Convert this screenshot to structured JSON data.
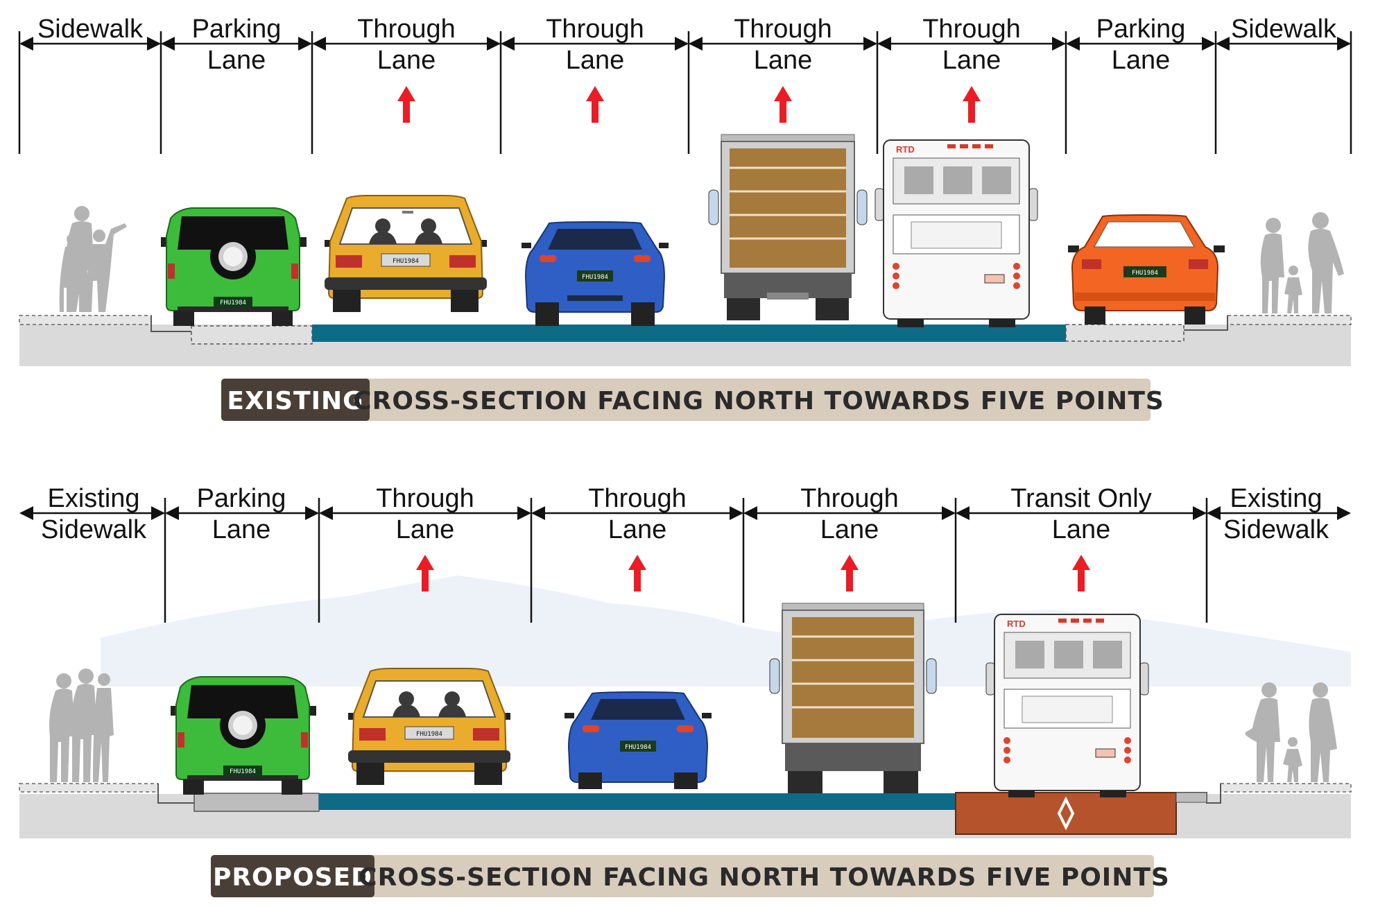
{
  "existing": {
    "lanes": [
      {
        "line1": "Sidewalk",
        "line2": ""
      },
      {
        "line1": "Parking",
        "line2": "Lane"
      },
      {
        "line1": "Through",
        "line2": "Lane"
      },
      {
        "line1": "Through",
        "line2": "Lane"
      },
      {
        "line1": "Through",
        "line2": "Lane"
      },
      {
        "line1": "Through",
        "line2": "Lane"
      },
      {
        "line1": "Parking",
        "line2": "Lane"
      },
      {
        "line1": "Sidewalk",
        "line2": ""
      }
    ],
    "caption_tag": "EXISTING",
    "caption_text": "CROSS-SECTION FACING NORTH TOWARDS FIVE POINTS"
  },
  "proposed": {
    "lanes": [
      {
        "line1": "Existing",
        "line2": "Sidewalk"
      },
      {
        "line1": "Parking",
        "line2": "Lane"
      },
      {
        "line1": "Through",
        "line2": "Lane"
      },
      {
        "line1": "Through",
        "line2": "Lane"
      },
      {
        "line1": "Through",
        "line2": "Lane"
      },
      {
        "line1": "Transit Only",
        "line2": "Lane"
      },
      {
        "line1": "Existing",
        "line2": "Sidewalk"
      }
    ],
    "caption_tag": "PROPOSED",
    "caption_text": "CROSS-SECTION FACING NORTH TOWARDS FIVE POINTS"
  },
  "vehicle_text": {
    "plate": "FHU1984",
    "bus_logo": "RTD"
  },
  "colors": {
    "arrow": "#ec1c24",
    "travel_lane": "#0e6b85",
    "transit_lane": "#b5532c",
    "caption_tag_bg": "#4a3f37",
    "caption_bg": "#d8ccbd",
    "pavement": "#d9d9d9",
    "pedestrian": "#b3b3b3",
    "suv": "#3dbb3b",
    "taxi": "#e9ac2d",
    "sports_car": "#2f5fc4",
    "sedan": "#f26522",
    "truck_box": "#a57a3c"
  }
}
